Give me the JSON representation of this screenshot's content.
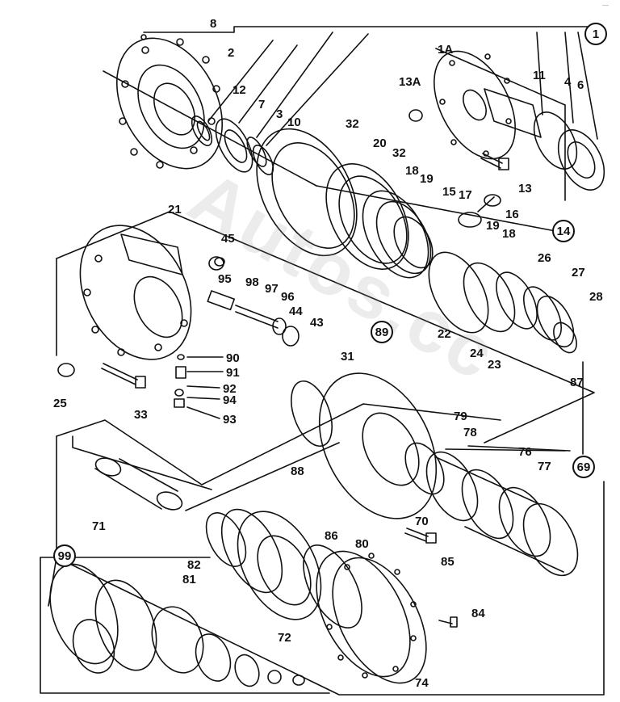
{
  "diagram": {
    "labels": {
      "p1": "1",
      "p1A": "1A",
      "p2": "2",
      "p3": "3",
      "p4": "4",
      "p6": "6",
      "p7": "7",
      "p8": "8",
      "p10": "10",
      "p11": "11",
      "p12": "12",
      "p13": "13",
      "p13A": "13A",
      "p14": "14",
      "p15": "15",
      "p16": "16",
      "p17": "17",
      "p18a": "18",
      "p18b": "18",
      "p19a": "19",
      "p19b": "19",
      "p20": "20",
      "p21": "21",
      "p22": "22",
      "p23": "23",
      "p24": "24",
      "p25": "25",
      "p26": "26",
      "p27": "27",
      "p28": "28",
      "p31": "31",
      "p32a": "32",
      "p32b": "32",
      "p33": "33",
      "p43": "43",
      "p44": "44",
      "p45": "45",
      "p69": "69",
      "p70": "70",
      "p71": "71",
      "p72": "72",
      "p74": "74",
      "p76": "76",
      "p77": "77",
      "p78": "78",
      "p79": "79",
      "p80": "80",
      "p81": "81",
      "p82": "82",
      "p84": "84",
      "p85": "85",
      "p86": "86",
      "p87": "87",
      "p88": "88",
      "p89": "89",
      "p90": "90",
      "p91": "91",
      "p92": "92",
      "p93": "93",
      "p94": "94",
      "p95": "95",
      "p96": "96",
      "p97": "97",
      "p98": "98",
      "p99": "99"
    },
    "watermark": "Autos.cc",
    "corner_mark": "—"
  }
}
